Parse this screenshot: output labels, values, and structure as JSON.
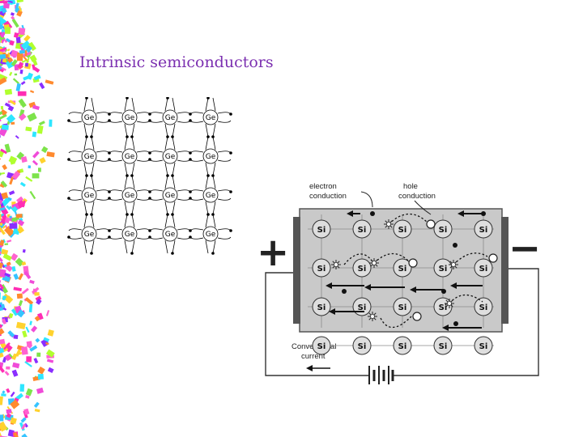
{
  "slide": {
    "title": "Intrinsic semiconductors"
  },
  "lattice": {
    "atom_label": "Ge",
    "rows": 4,
    "cols": 4
  },
  "circuit": {
    "atom_label": "Si",
    "rows": 4,
    "cols": 5,
    "electron_caption": [
      "electron",
      "conduction"
    ],
    "hole_caption": [
      "hole",
      "conduction"
    ],
    "plus_sign": "+",
    "minus_sign": "−",
    "conventional_caption": [
      "Conventional",
      "current"
    ]
  },
  "colors": {
    "title": "#7b2fb0",
    "crystal_fill": "#c9c9c9",
    "electrode": "#555555"
  },
  "icons": [
    "confetti-decoration",
    "battery-symbol",
    "arrow-left"
  ]
}
